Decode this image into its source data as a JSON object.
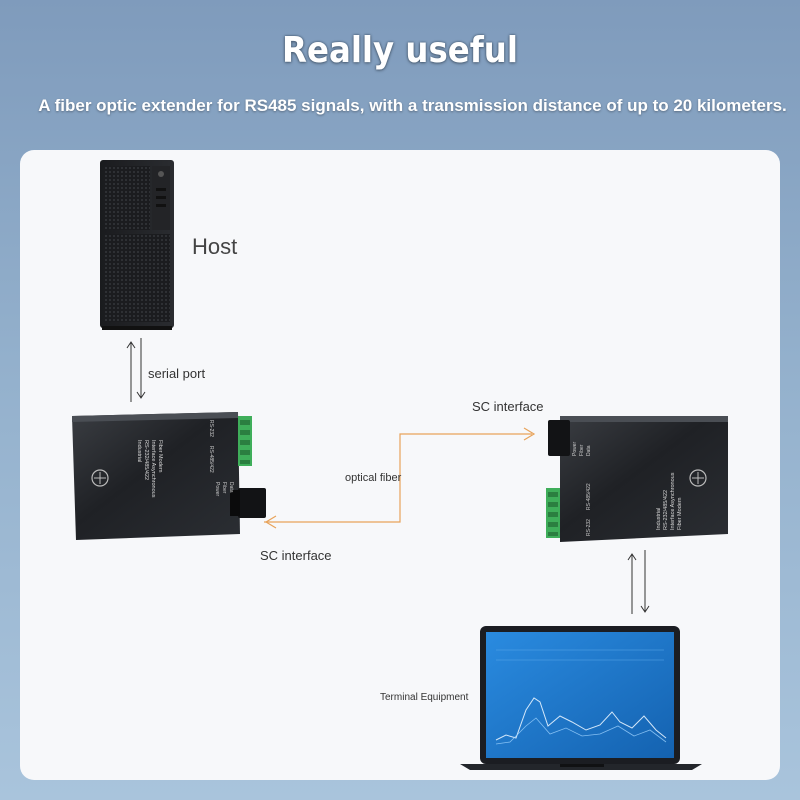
{
  "header": {
    "title": "Really useful",
    "subtitle": "A fiber optic extender for RS485 signals, with a transmission distance of up to 20 kilometers."
  },
  "labels": {
    "host": "Host",
    "serial_port": "serial port",
    "sc_interface_top": "SC interface",
    "sc_interface_bottom": "SC interface",
    "optical_fiber": "optical fiber",
    "terminal": "Terminal Equipment"
  },
  "devices": {
    "modem_text_lines": [
      "Industrial",
      "RS-232/485/422",
      "Interface Asynchronous",
      "Fiber Modem"
    ],
    "port_labels": [
      "RS-232",
      "RS-485/422"
    ],
    "led_labels": [
      "Power",
      "Fiber",
      "Data"
    ]
  },
  "colors": {
    "fiber_line": "#e8a35a",
    "serial_line": "#333333",
    "device_body": "#222428",
    "terminal_block": "#3fae5a",
    "screen": "#1f7fd0"
  }
}
